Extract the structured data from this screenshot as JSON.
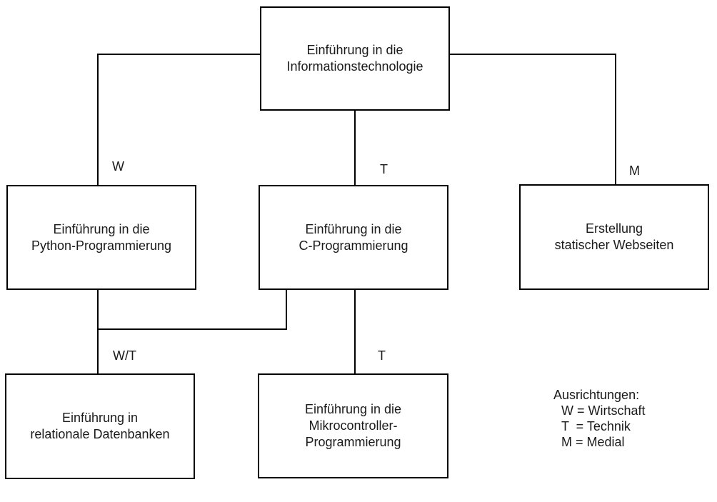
{
  "colors": {
    "background": "#ffffff",
    "line": "#000000",
    "text": "#1a1a1a"
  },
  "nodes": {
    "informationstechnologie": {
      "lines": [
        "Einführung in die",
        "Informationstechnologie"
      ]
    },
    "python": {
      "lines": [
        "Einführung in die",
        "Python-Programmierung"
      ]
    },
    "c": {
      "lines": [
        "Einführung in die",
        "C-Programmierung"
      ]
    },
    "webseiten": {
      "lines": [
        "Erstellung",
        "statischer Webseiten"
      ]
    },
    "datenbanken": {
      "lines": [
        "Einführung in",
        "relationale Datenbanken"
      ]
    },
    "mikrocontroller": {
      "lines": [
        "Einführung in die",
        "Mikrocontroller-",
        "Programmierung"
      ]
    }
  },
  "edge_labels": {
    "python_branch": "W",
    "c_branch": "T",
    "webseiten_branch": "M",
    "datenbanken_branch": "W/T",
    "mikrocontroller_branch": "T"
  },
  "legend": {
    "title": "Ausrichtungen:",
    "entries": [
      "W = Wirtschaft",
      "T  = Technik",
      "M = Medial"
    ]
  }
}
